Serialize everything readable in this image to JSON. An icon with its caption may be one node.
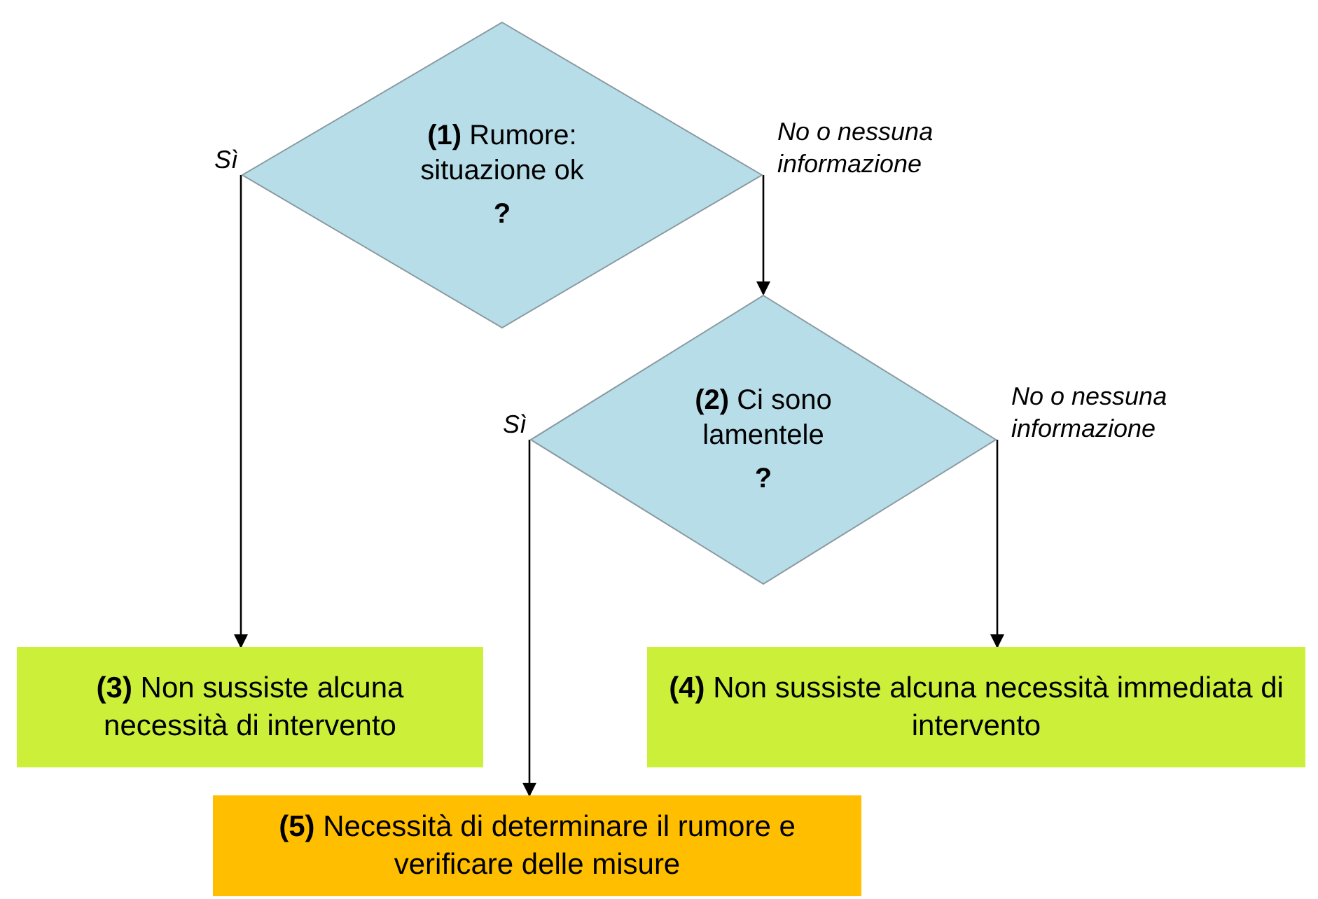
{
  "diagram": {
    "nodes": [
      {
        "text": [
          "**(1)** Rumore: situazione ok",
          "?"
        ]
      },
      {
        "text": [
          "**(2)** Ci sono lamentele",
          "?"
        ]
      },
      {
        "text": [
          "**(3)** Non sussiste alcuna necessità di intervento"
        ]
      },
      {
        "text": [
          "**(4)** Non sussiste alcuna necessità immediata di intervento"
        ]
      },
      {
        "text": [
          "**(5)** Necessità di determinare il rumore e verificare delle misure"
        ]
      }
    ],
    "edges": [
      {
        "from": 0,
        "to": 2,
        "arrow": "to",
        "label": "Sì"
      },
      {
        "from": 0,
        "to": 1,
        "arrow": "to",
        "label": "No o nessuna informazione"
      },
      {
        "from": 1,
        "to": 4,
        "arrow": "to",
        "label": "Sì"
      },
      {
        "from": 1,
        "to": 3,
        "arrow": "to",
        "label": "No o nessuna informazione"
      }
    ]
  }
}
